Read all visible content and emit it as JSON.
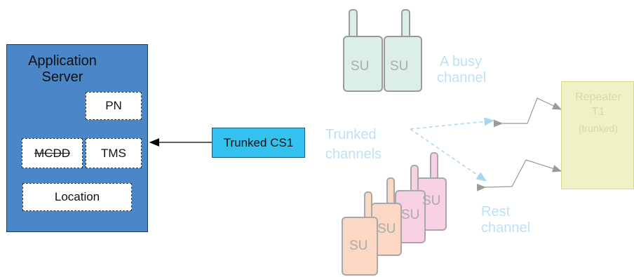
{
  "app_server": {
    "title_line1": "Application",
    "title_line2": "Server",
    "modules": {
      "pn": "PN",
      "mcdd": "MCDD",
      "tms": "TMS",
      "location": "Location"
    }
  },
  "trunked_cs1": {
    "label": "Trunked CS1"
  },
  "busy_channel": {
    "label_line1": "A busy",
    "label_line2": "channel"
  },
  "trunked_channels": {
    "label_line1": "Trunked",
    "label_line2": "channels"
  },
  "rest_channel": {
    "label_line1": "Rest",
    "label_line2": "channel"
  },
  "repeater": {
    "line1": "Repeater",
    "line2": "T1",
    "line3": "(trunked)"
  },
  "subscriber_unit": {
    "label": "SU"
  },
  "colors": {
    "server_blue": "#4a86c8",
    "cs1_cyan": "#33c2ef",
    "faded_label_blue": "#bfe1f6",
    "repeater_fill": "#eef2c4",
    "su_green": "#dcefe6",
    "su_orange": "#fbd7c4",
    "su_pink": "#f8d2e4"
  }
}
